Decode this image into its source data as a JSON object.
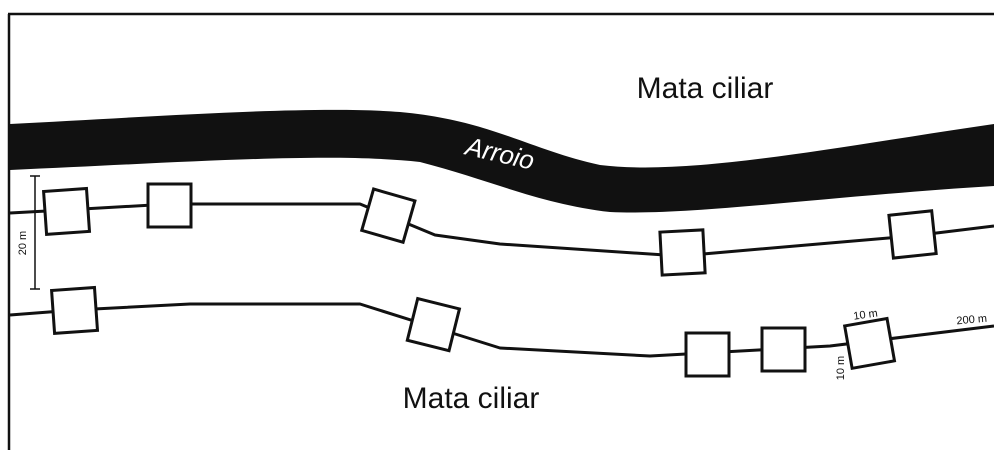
{
  "labels": {
    "riparian_top": "Mata ciliar",
    "riparian_bottom": "Mata ciliar",
    "stream": "Arroio"
  },
  "dimensions": {
    "transect_spacing": "20 m",
    "plot_width": "10 m",
    "plot_height": "10 m",
    "transect_length": "200 m"
  },
  "colors": {
    "ink": "#111111",
    "background": "#ffffff"
  }
}
